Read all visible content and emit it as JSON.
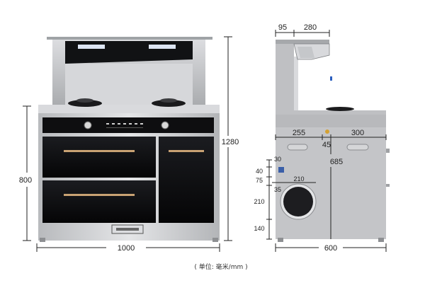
{
  "front_view": {
    "width_label": "1000",
    "height_label": "800",
    "total_height_label": "1280"
  },
  "side_view": {
    "top_left_label": "95",
    "top_right_label": "280",
    "depth_label": "600",
    "left_section_label": "255",
    "gap_label": "45",
    "right_section_label": "300",
    "inner_height_label": "685",
    "label_30": "30",
    "label_40": "40",
    "label_75": "75",
    "label_35": "35",
    "label_210_h": "210",
    "label_210_v": "210",
    "label_140": "140"
  },
  "footer": {
    "unit_note": "( 单位: 毫米/mm )"
  },
  "colors": {
    "black_panel": "#0b0b0d",
    "steel": "#c9cacd",
    "steel_dark": "#9a9ca0",
    "side_body": "#c4c5c8",
    "gold_handle": "#c9a273"
  }
}
